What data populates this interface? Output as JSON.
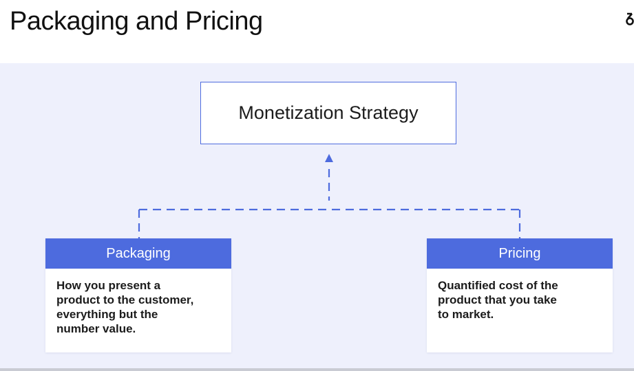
{
  "page": {
    "title": "Packaging and Pricing"
  },
  "diagram": {
    "root": {
      "label": "Monetization Strategy"
    },
    "children": [
      {
        "title": "Packaging",
        "description": "How you present a\nproduct to the customer,\neverything but the\nnumber value."
      },
      {
        "title": "Pricing",
        "description": "Quantified cost of the\nproduct that you take\nto market."
      }
    ]
  },
  "colors": {
    "accent": "#4d6bde",
    "panel_background": "#eef0fc"
  }
}
